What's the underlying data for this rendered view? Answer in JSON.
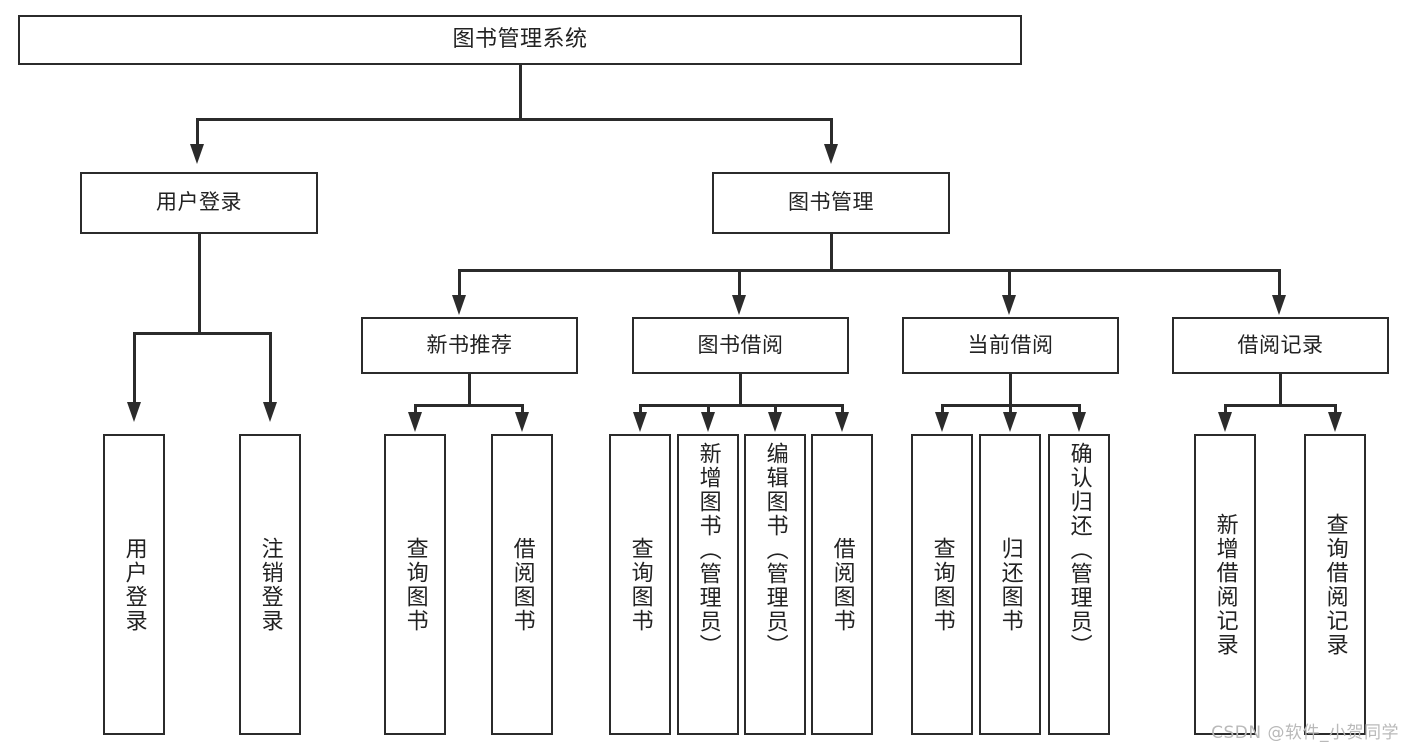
{
  "diagram": {
    "title": "图书管理系统",
    "type": "tree",
    "root": {
      "label": "图书管理系统"
    },
    "level1": [
      {
        "label": "用户登录"
      },
      {
        "label": "图书管理"
      }
    ],
    "level2": [
      {
        "label": "新书推荐"
      },
      {
        "label": "图书借阅"
      },
      {
        "label": "当前借阅"
      },
      {
        "label": "借阅记录"
      }
    ],
    "leaves": {
      "user_login": [
        {
          "label": "用户登录"
        },
        {
          "label": "注销登录"
        }
      ],
      "new_book": [
        {
          "label": "查询图书"
        },
        {
          "label": "借阅图书"
        }
      ],
      "book_borrow": [
        {
          "label": "查询图书"
        },
        {
          "label": "新增图书（管理员）"
        },
        {
          "label": "编辑图书（管理员）"
        },
        {
          "label": "借阅图书"
        }
      ],
      "current_borrow": [
        {
          "label": "查询图书"
        },
        {
          "label": "归还图书"
        },
        {
          "label": "确认归还（管理员）"
        }
      ],
      "borrow_record": [
        {
          "label": "新增借阅记录"
        },
        {
          "label": "查询借阅记录"
        }
      ]
    }
  },
  "watermark": {
    "text": "CSDN @软件_小贺同学"
  },
  "colors": {
    "stroke": "#2b2b2b",
    "background": "#ffffff",
    "text": "#222222",
    "watermark": "#b9b9b9"
  }
}
